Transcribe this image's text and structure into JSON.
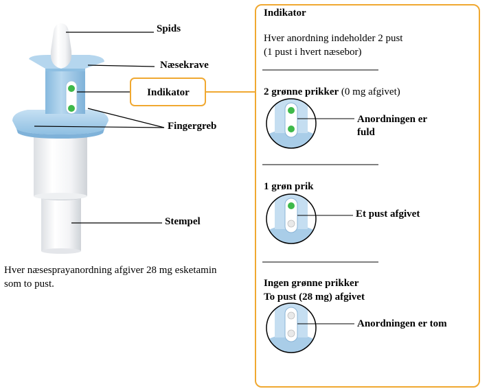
{
  "device_labels": {
    "tip": "Spids",
    "nose_rest": "Næsekrave",
    "indicator": "Indikator",
    "finger_grip": "Fingergreb",
    "plunger": "Stempel"
  },
  "caption": {
    "line1": "Hver næsesprayanordning afgiver 28 mg esketamin",
    "line2": "som to pust."
  },
  "indicator_panel": {
    "title": "Indikator",
    "intro_line1": "Hver anordning indeholder 2 pust",
    "intro_line2": "(1 pust i hvert næsebor)",
    "states": [
      {
        "heading_bold": "2 grønne prikker",
        "heading_normal": " (0 mg afgivet)",
        "description_line1": "Anordningen er",
        "description_line2": "fuld",
        "green_dots": 2
      },
      {
        "heading_bold": "1 grøn prik",
        "heading_normal": "",
        "description_line1": "Et pust afgivet",
        "description_line2": "",
        "green_dots": 1
      },
      {
        "heading_bold": "Ingen grønne prikker",
        "heading_line2": "To pust (28 mg) afgivet",
        "heading_normal": "",
        "description_line1": "Anordningen er tom",
        "description_line2": "",
        "green_dots": 0
      }
    ]
  },
  "colors": {
    "accent_border": "#f0a830",
    "device_blue": "#a9cde8",
    "device_blue_dark": "#7fb2d9",
    "green_dot": "#3fb94a",
    "white_dot": "#e9e9e9"
  }
}
